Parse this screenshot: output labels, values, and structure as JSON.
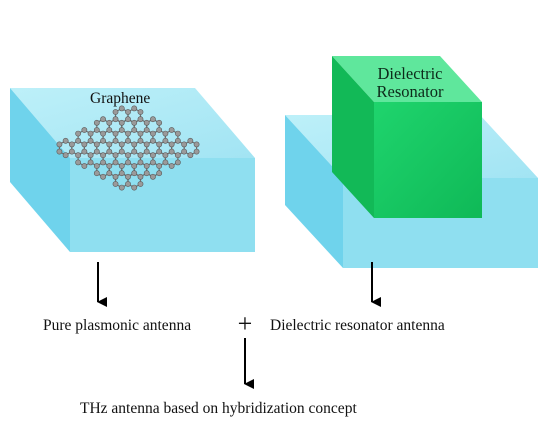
{
  "labels": {
    "graphene": "Graphene",
    "dielectric_line1": "Dielectric",
    "dielectric_line2": "Resonator",
    "pure_plasmonic": "Pure plasmonic antenna",
    "plus": "+",
    "dielectric_antenna": "Dielectric resonator antenna",
    "hybrid": "THz antenna based on hybridization concept"
  },
  "colors": {
    "substrate_top": "#aeeaf6",
    "substrate_front": "#63d0ea",
    "substrate_side": "#86dcef",
    "cube_front": "#12c761",
    "cube_top": "#5be89a",
    "cube_side": "#0fa552",
    "graphene_atom": "#9a9a9a",
    "graphene_bond": "#6f6f6f",
    "arrow": "#000000"
  },
  "icons": {
    "graphene_lattice": "hexagonal-lattice-icon",
    "arrow": "arrow-down-icon"
  }
}
